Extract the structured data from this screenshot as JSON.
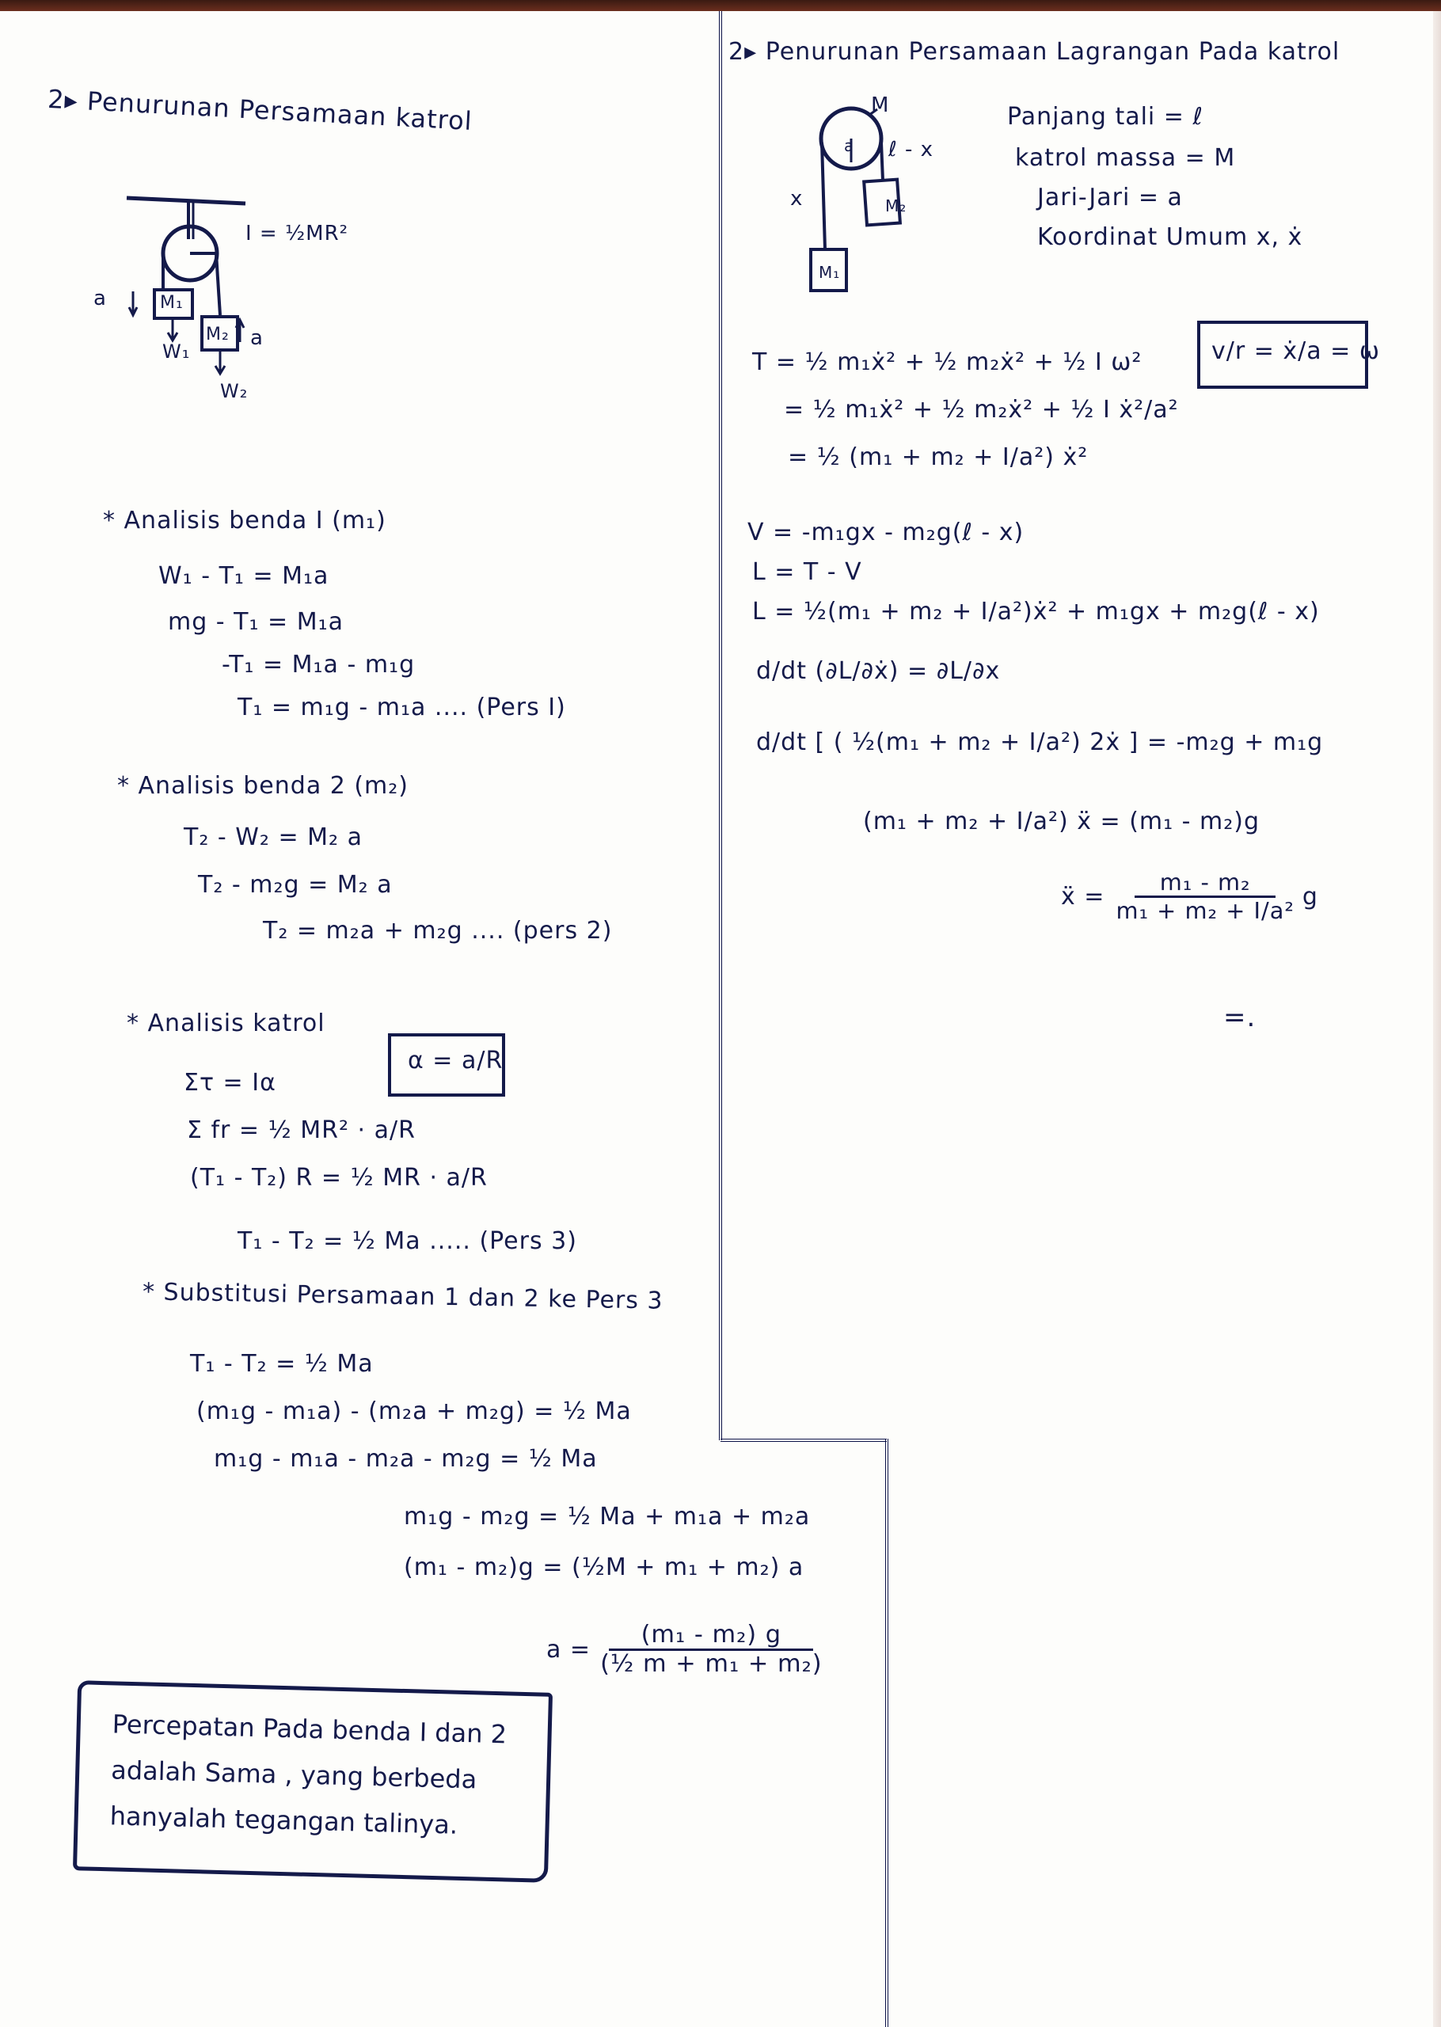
{
  "left_column": {
    "heading": {
      "marker": "2▸",
      "text": "Penurunan Persamaan katrol"
    },
    "diagram": {
      "inertia_label": "I = ½MR²",
      "mass1_label": "M₁",
      "mass2_label": "M₂",
      "accel1_label": "a",
      "accel2_label": "a",
      "weight1_label": "W₁",
      "weight2_label": "W₂"
    },
    "section_body1": {
      "title": "* Analisis benda I (m₁)",
      "lines": [
        "W₁ - T₁ = M₁a",
        "mg - T₁ = M₁a",
        "-T₁ = M₁a - m₁g",
        "T₁ = m₁g - m₁a .... (Pers I)"
      ]
    },
    "section_body2": {
      "title": "* Analisis benda 2 (m₂)",
      "lines": [
        "T₂ - W₂ = M₂ a",
        "T₂ - m₂g = M₂ a",
        "T₂ = m₂a + m₂g .... (pers 2)"
      ]
    },
    "section_pulley": {
      "title": "* Analisis katrol",
      "boxed": "α = a/R",
      "lines": [
        "Στ = Iα",
        "Σ fr = ½ MR² · a/R",
        "(T₁ - T₂) R = ½ MR · a/R",
        "T₁ - T₂ = ½ Ma ..... (Pers 3)"
      ]
    },
    "section_subst": {
      "title": "* Substitusi Persamaan 1 dan 2 ke Pers 3",
      "lines": [
        "T₁ - T₂ = ½ Ma",
        "(m₁g - m₁a) - (m₂a + m₂g) = ½ Ma",
        "m₁g - m₁a - m₂a - m₂g = ½ Ma",
        "m₁g - m₂g = ½ Ma + m₁a + m₂a",
        "(m₁ - m₂)g = (½M + m₁ + m₂) a"
      ],
      "result_lhs": "a =",
      "result_num": "(m₁ - m₂) g",
      "result_den": "(½ m + m₁ + m₂)"
    },
    "note": {
      "lines": [
        "Percepatan Pada benda I dan 2",
        "adalah Sama , yang berbeda",
        "hanyalah tegangan talinya."
      ]
    }
  },
  "right_column": {
    "heading": {
      "marker": "2▸",
      "text": "Penurunan Persamaan Lagrangan Pada katrol"
    },
    "diagram": {
      "pulley_mass": "M",
      "radius_label": "a",
      "left_length": "x",
      "right_length": "ℓ - x",
      "mass1_label": "M₁",
      "mass2_label": "M₂"
    },
    "givens": [
      "Panjang tali = ℓ",
      "katrol massa = M",
      "Jari-Jari = a",
      "Koordinat Umum  x, ẋ"
    ],
    "boxed": "v/r = ẋ/a = ω",
    "kinetic": [
      "T = ½ m₁ẋ² + ½ m₂ẋ² + ½ I ω²",
      "= ½ m₁ẋ² + ½ m₂ẋ² + ½ I ẋ²/a²",
      "= ½ (m₁ + m₂ + I/a²) ẋ²"
    ],
    "potential": "V = -m₁gx - m₂g(ℓ - x)",
    "lagrangian_def": "L = T - V",
    "lagrangian": "L = ½(m₁ + m₂ + I/a²)ẋ² + m₁gx + m₂g(ℓ - x)",
    "euler_lagrange": "d/dt (∂L/∂ẋ) = ∂L/∂x",
    "euler_applied": "d/dt [ ( ½(m₁ + m₂ + I/a²) 2ẋ ] = -m₂g + m₁g",
    "eq_motion": "(m₁ + m₂ + I/a²) ẍ = (m₁ - m₂)g",
    "result_lhs": "ẍ =",
    "result_num": "m₁ - m₂",
    "result_den": "m₁ + m₂ + I/a²",
    "result_factor": "g",
    "end_mark": "=."
  },
  "colors": {
    "ink": "#141a4a",
    "paper": "#fdfdfb",
    "top_edge": "#5a2618"
  }
}
